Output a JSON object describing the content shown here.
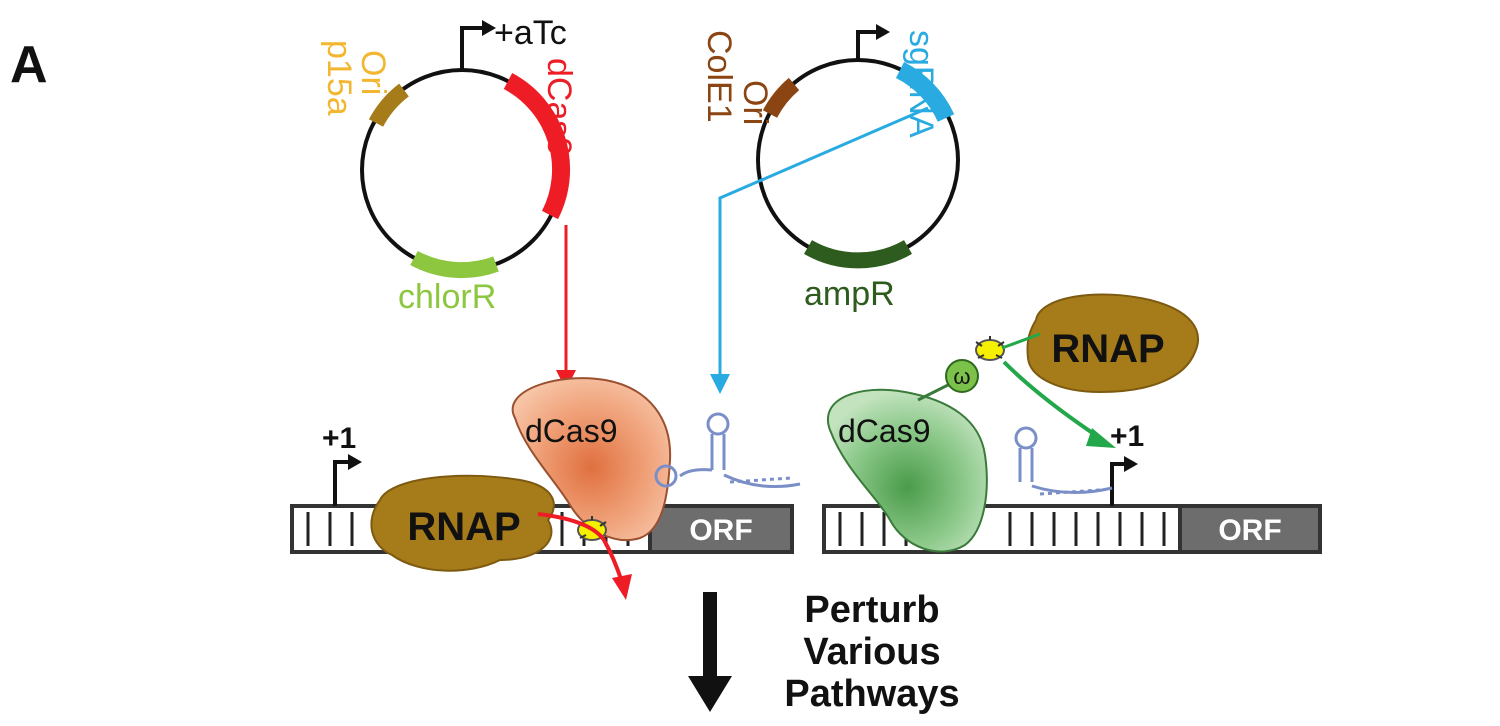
{
  "figure": {
    "panel_label": "A",
    "plasmid_left": {
      "origin_label_line1": "p15a",
      "origin_label_line2": "Ori",
      "inducer_label": "+aTc",
      "gene_label": "dCas9",
      "marker_label": "chlorR"
    },
    "plasmid_right": {
      "origin_label_line1": "ColE1",
      "origin_label_line2": "Ori",
      "gene_label": "sgRNA",
      "marker_label": "ampR"
    },
    "left_complex": {
      "tss_label": "+1",
      "rnap_label": "RNAP",
      "dcas9_label": "dCas9",
      "orf_label": "ORF"
    },
    "right_complex": {
      "tss_label": "+1",
      "rnap_label": "RNAP",
      "dcas9_label": "dCas9",
      "omega_label": "ω",
      "orf_label": "ORF"
    },
    "outcome": {
      "line1": "Perturb",
      "line2": "Various",
      "line3": "Pathways"
    },
    "colors": {
      "dcas9": "#ee1c25",
      "sgrna": "#29abe2",
      "p15a_ori": "#a67c1a",
      "p15a_text": "#f2b630",
      "cole1_ori": "#8b4513",
      "chlorR": "#8dc63f",
      "ampR": "#2e5b1e",
      "rnap": "#a67c1a",
      "orf": "#6d6d6d",
      "activation_arrow": "#22a84a",
      "repression_arrow": "#ee1c25"
    }
  }
}
